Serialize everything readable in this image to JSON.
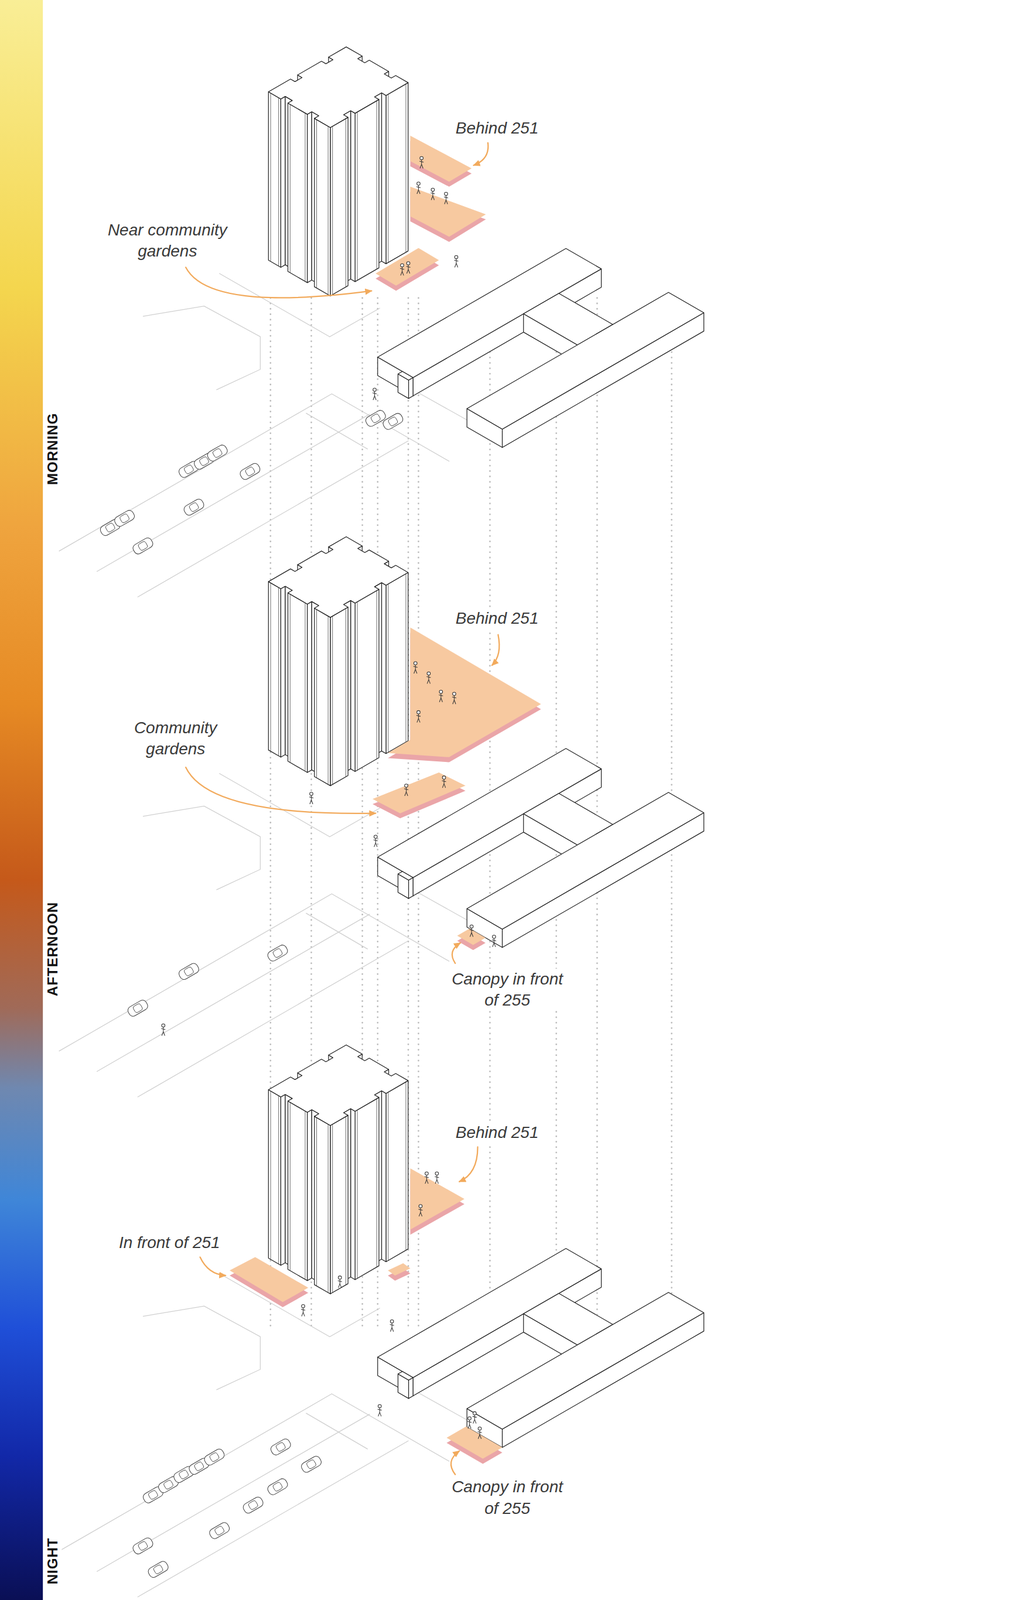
{
  "diagram": {
    "labels": [
      "Behind 251",
      "Near community gardens",
      "MORNING",
      "Behind 251",
      "Community gardens",
      "Canopy in front of 255",
      "AFTERNOON",
      "Behind 251",
      "In front of 251",
      "Canopy in front of 255",
      "NIGHT"
    ]
  }
}
